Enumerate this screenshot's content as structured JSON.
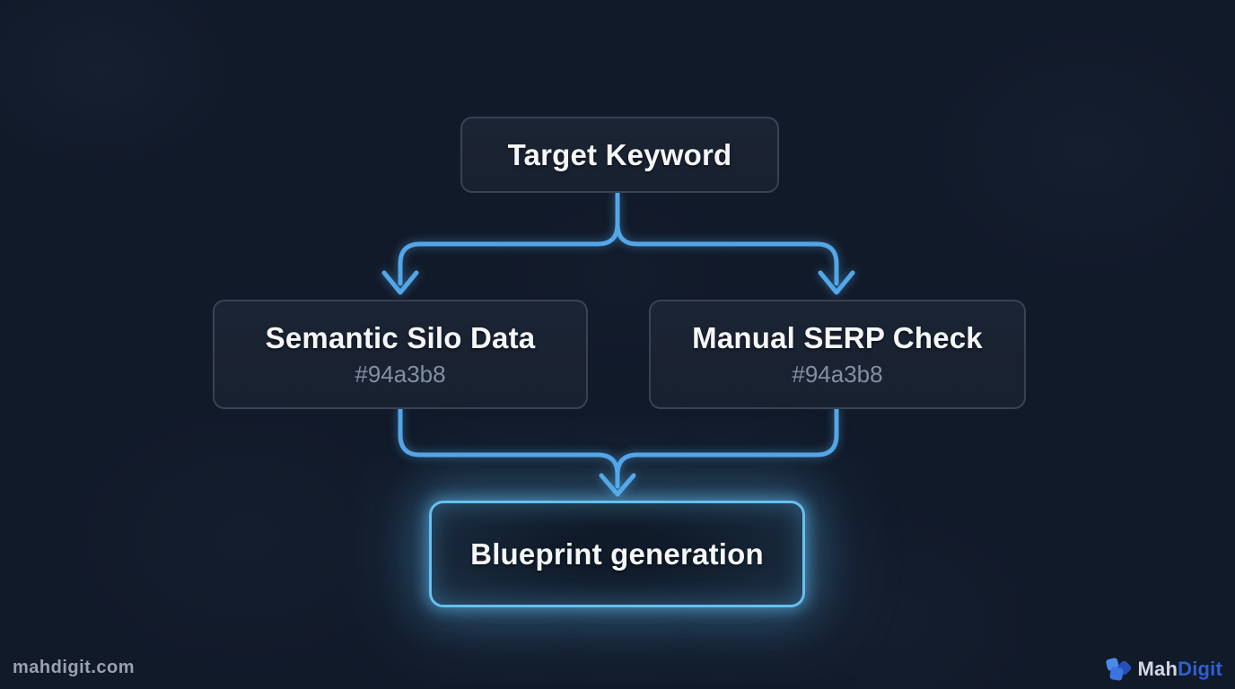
{
  "diagram": {
    "nodes": {
      "target_keyword": {
        "label": "Target Keyword"
      },
      "semantic_silo": {
        "label": "Semantic Silo Data",
        "sublabel": "#94a3b8"
      },
      "manual_serp": {
        "label": "Manual SERP Check",
        "sublabel": "#94a3b8"
      },
      "blueprint": {
        "label": "Blueprint generation"
      }
    },
    "edges": [
      {
        "from": "target_keyword",
        "to": "semantic_silo"
      },
      {
        "from": "target_keyword",
        "to": "manual_serp"
      },
      {
        "from": "semantic_silo",
        "to": "blueprint"
      },
      {
        "from": "manual_serp",
        "to": "blueprint"
      }
    ]
  },
  "footer": {
    "website": "mahdigit.com",
    "brand": {
      "name_primary": "Mah",
      "name_secondary": "Digit"
    }
  },
  "colors": {
    "background": "#111a29",
    "connector": "#53a6e8",
    "node_fill": "#1a2332",
    "node_border": "#3a465a",
    "highlight_border": "#66c0f0",
    "title_text": "#f4f6f8",
    "subtitle_text": "#94a3b8",
    "footer_text": "#9aa2b1",
    "brand_gray": "#d3d8e0",
    "brand_blue": "#2f5fd0"
  }
}
